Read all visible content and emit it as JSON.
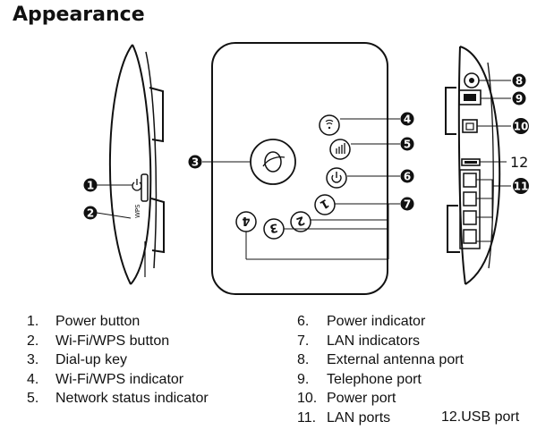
{
  "title": "Appearance",
  "callouts": [
    "1",
    "2",
    "3",
    "4",
    "5",
    "6",
    "7",
    "8",
    "9",
    "10",
    "12",
    "11"
  ],
  "key_labels": [
    "1",
    "2",
    "3",
    "4"
  ],
  "legend_left": [
    {
      "num": "1.",
      "label": "Power button"
    },
    {
      "num": "2.",
      "label": "Wi-Fi/WPS button"
    },
    {
      "num": "3.",
      "label": "Dial-up key"
    },
    {
      "num": "4.",
      "label": "Wi-Fi/WPS indicator"
    },
    {
      "num": "5.",
      "label": "Network status indicator"
    }
  ],
  "legend_right": [
    {
      "num": "6.",
      "label": "Power indicator"
    },
    {
      "num": "7.",
      "label": "LAN indicators"
    },
    {
      "num": "8.",
      "label": "External antenna port"
    },
    {
      "num": "9.",
      "label": "Telephone port"
    },
    {
      "num": "10.",
      "label": "Power port"
    },
    {
      "num": "11.",
      "label": "LAN ports"
    }
  ],
  "usb_note": "12.USB port"
}
